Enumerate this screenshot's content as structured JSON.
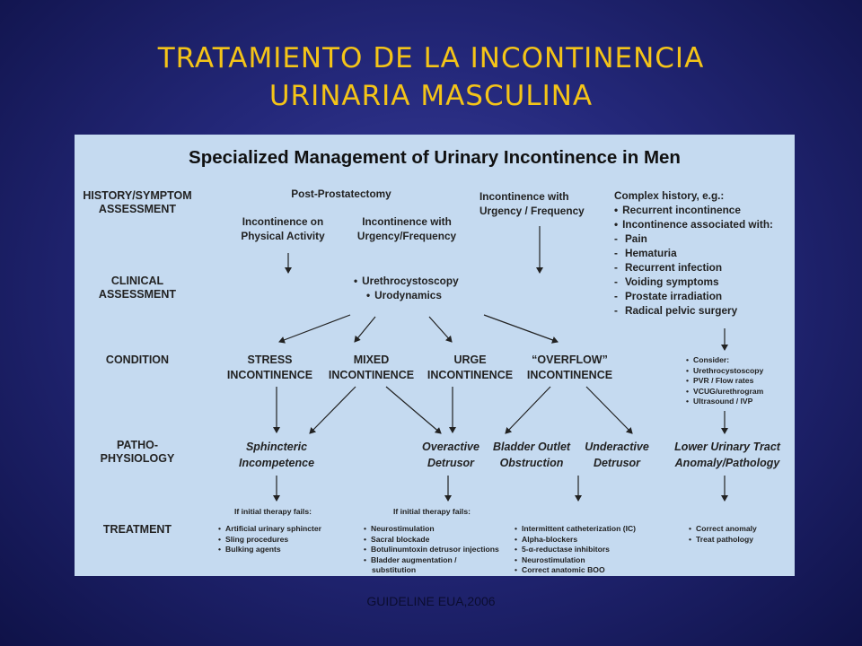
{
  "slide": {
    "title_line1": "TRATAMIENTO DE LA INCONTINENCIA",
    "title_line2": "URINARIA MASCULINA",
    "footer": "GUIDELINE EUA,2006"
  },
  "diagram": {
    "title": "Specialized Management of Urinary Incontinence in Men",
    "rows": {
      "history_l1": "HISTORY/SYMPTOM",
      "history_l2": "ASSESSMENT",
      "clinical_l1": "CLINICAL",
      "clinical_l2": "ASSESSMENT",
      "condition": "CONDITION",
      "patho_l1": "PATHO-",
      "patho_l2": "PHYSIOLOGY",
      "treatment": "TREATMENT"
    },
    "history": {
      "post_prostatectomy": "Post-Prostatectomy",
      "physical_l1": "Incontinence on",
      "physical_l2": "Physical Activity",
      "urgency_l1": "Incontinence with",
      "urgency_l2": "Urgency/Frequency",
      "urg_freq_l1": "Incontinence with",
      "urg_freq_l2": "Urgency / Frequency",
      "complex_heading": "Complex history, e.g.:",
      "complex_bullets": [
        "Recurrent incontinence",
        "Incontinence associated with:"
      ],
      "complex_dashes": [
        "Pain",
        "Hematuria",
        "Recurrent infection",
        "Voiding symptoms",
        "Prostate irradiation",
        "Radical pelvic surgery"
      ]
    },
    "clinical": {
      "items": [
        "Urethrocystoscopy",
        "Urodynamics"
      ]
    },
    "conditions": {
      "stress_l1": "STRESS",
      "stress_l2": "INCONTINENCE",
      "mixed_l1": "MIXED",
      "mixed_l2": "INCONTINENCE",
      "urge_l1": "URGE",
      "urge_l2": "INCONTINENCE",
      "overflow_l1": "“OVERFLOW”",
      "overflow_l2": "INCONTINENCE",
      "consider_heading": "Consider:",
      "consider_items": [
        "Urethrocystoscopy",
        "PVR / Flow rates",
        "VCUG/urethrogram",
        "Ultrasound / IVP"
      ]
    },
    "patho": {
      "sphincteric_l1": "Sphincteric",
      "sphincteric_l2": "Incompetence",
      "overactive_l1": "Overactive",
      "overactive_l2": "Detrusor",
      "outlet_l1": "Bladder Outlet",
      "outlet_l2": "Obstruction",
      "underactive_l1": "Underactive",
      "underactive_l2": "Detrusor",
      "lut_l1": "Lower Urinary Tract",
      "lut_l2": "Anomaly/Pathology"
    },
    "treatment": {
      "fails1": "If initial therapy fails:",
      "fails2": "If initial therapy fails:",
      "col1": [
        "Artificial urinary sphincter",
        "Sling procedures",
        "Bulking agents"
      ],
      "col2": [
        "Neurostimulation",
        "Sacral blockade",
        "Botulinumtoxin detrusor injections",
        "Bladder augmentation /"
      ],
      "col2_cont": "substitution",
      "col3": [
        "Intermittent catheterization (IC)",
        "Alpha-blockers",
        "5-α-reductase inhibitors",
        "Neurostimulation",
        "Correct anatomic BOO"
      ],
      "col4": [
        "Correct anomaly",
        "Treat pathology"
      ]
    }
  }
}
